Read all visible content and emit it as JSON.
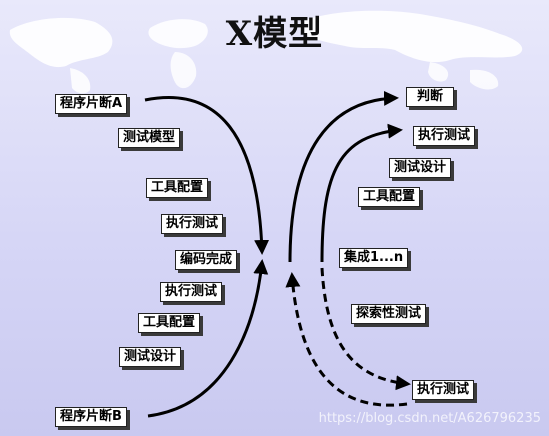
{
  "title": "X模型",
  "left_boxes": {
    "program_a": "程序片断A",
    "test_model": "测试模型",
    "tool_config_1": "工具配置",
    "execute_test_1": "执行测试",
    "coding_done": "编码完成",
    "execute_test_2": "执行测试",
    "tool_config_2": "工具配置",
    "test_design": "测试设计",
    "program_b": "程序片断B"
  },
  "right_boxes": {
    "judge": "判断",
    "execute_test_1": "执行测试",
    "test_design": "测试设计",
    "tool_config": "工具配置",
    "integration": "集成1...n",
    "exploratory_test": "探索性测试",
    "execute_test_2": "执行测试"
  },
  "watermark": "https://blog.csdn.net/A626796235",
  "colors": {
    "background_top": "#e9e9fb",
    "background_bottom": "#c9c9f0",
    "arrow": "#000000",
    "box_fill": "#ffffff"
  }
}
